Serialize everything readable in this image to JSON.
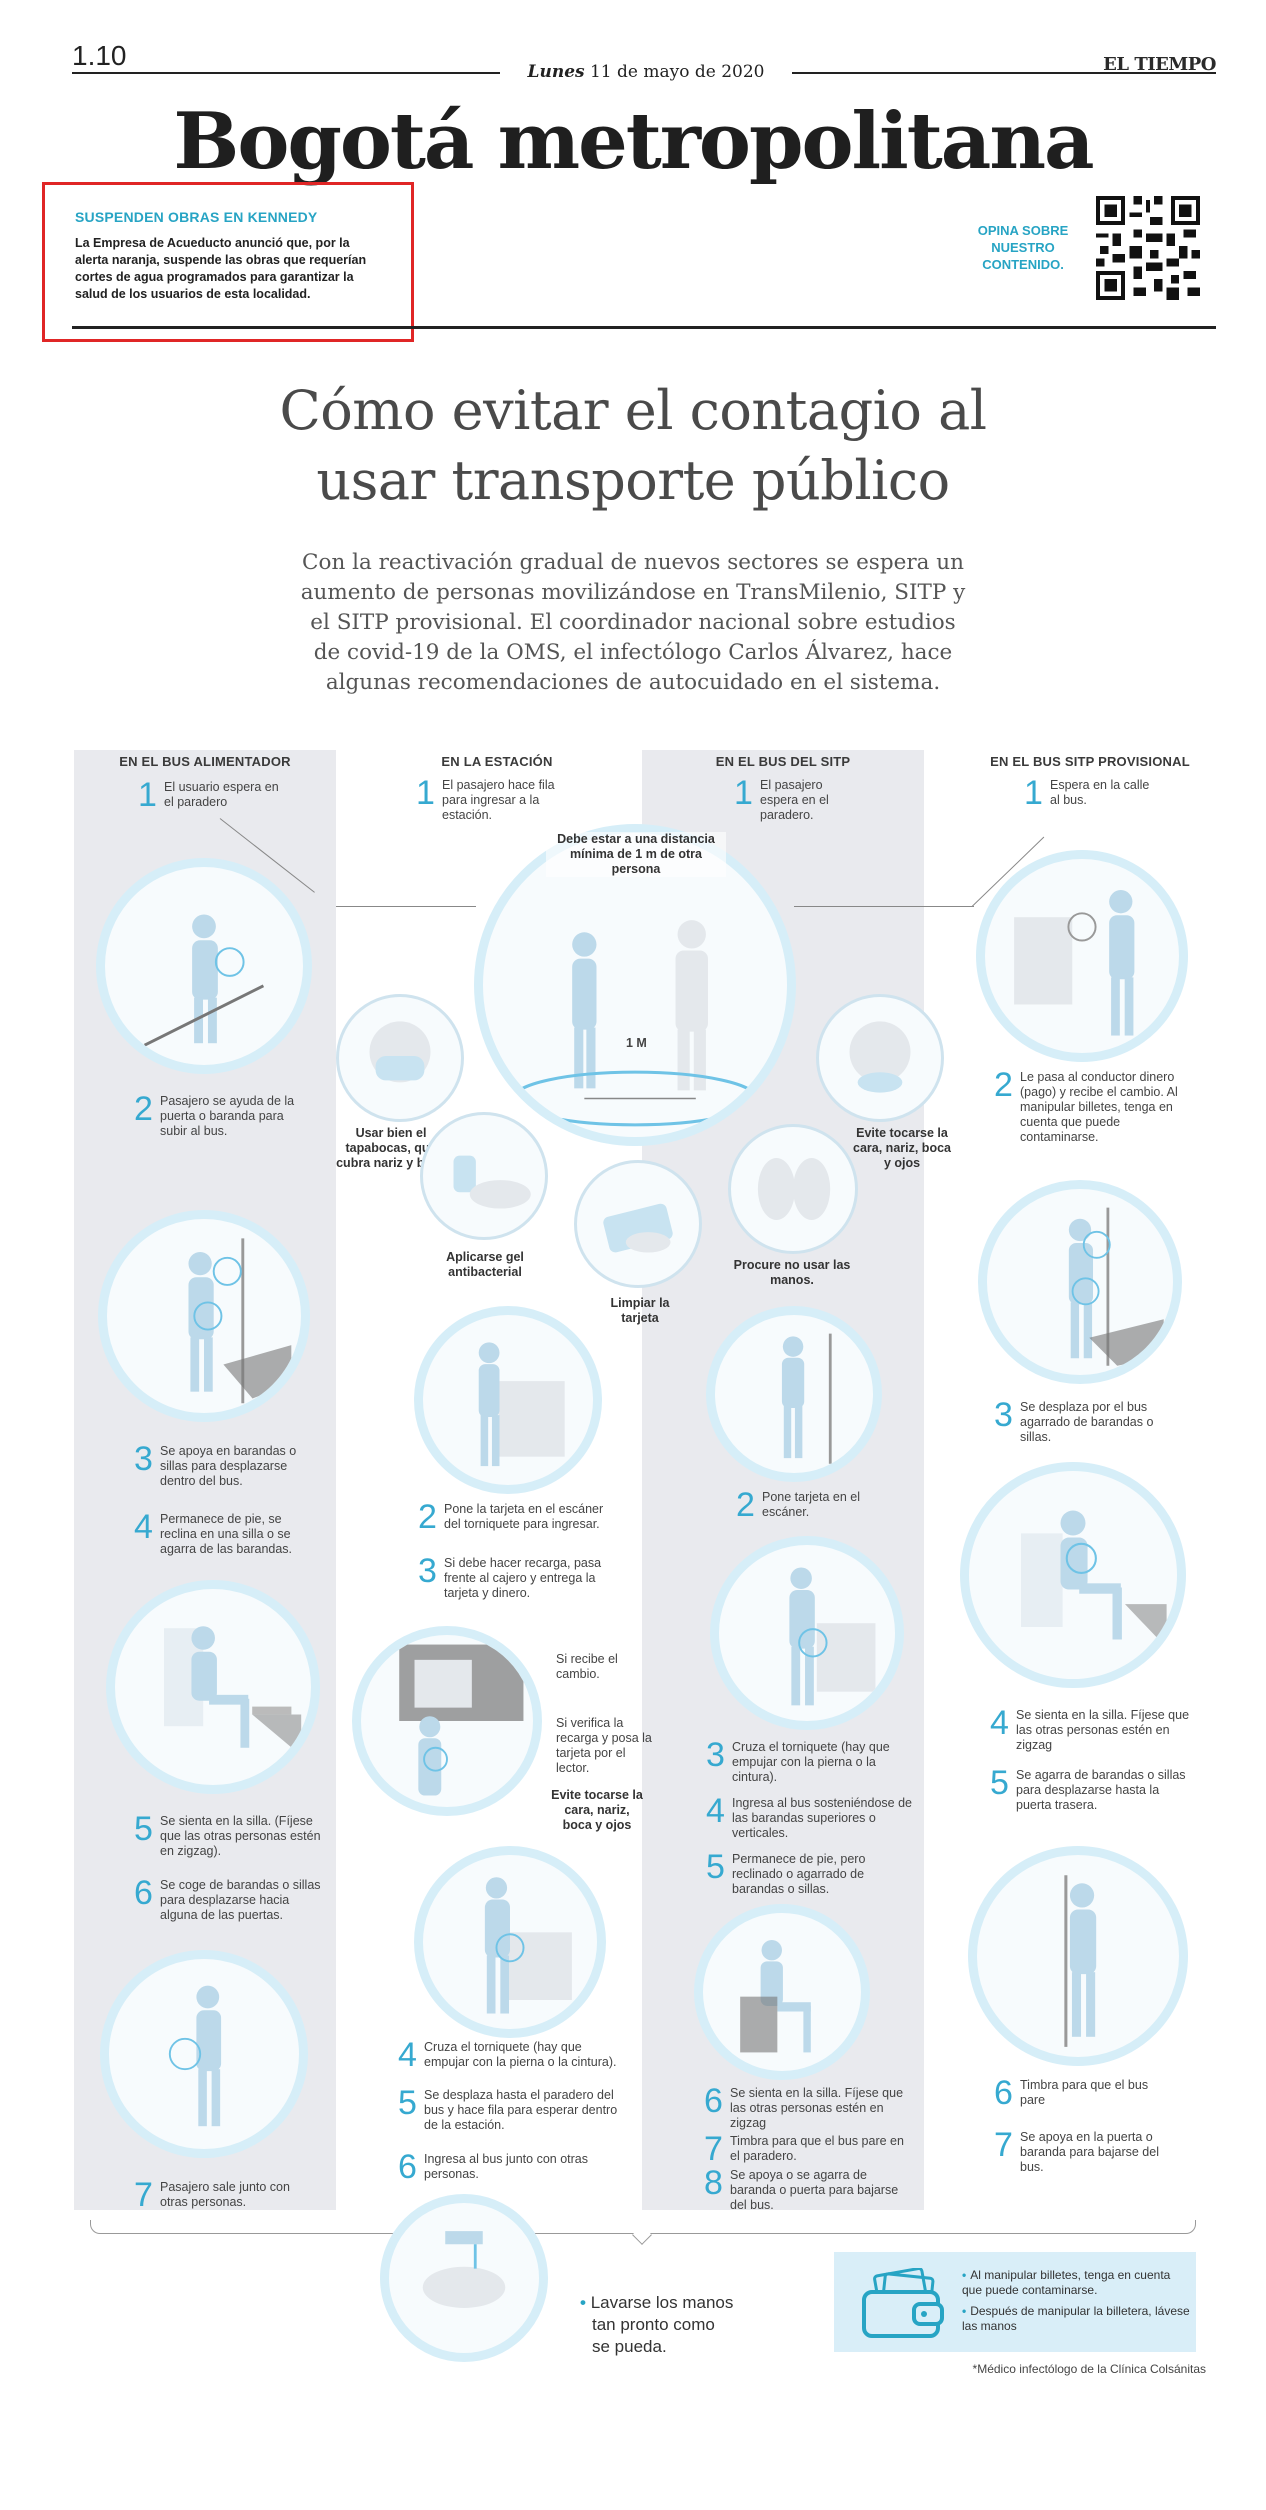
{
  "masthead": {
    "page_number": "1.10",
    "date_day": "Lunes",
    "date_rest": " 11 de mayo de 2020",
    "brand": "EL TIEMPO",
    "section_title": "Bogotá metropolitana"
  },
  "news": {
    "headline": "SUSPENDEN OBRAS EN KENNEDY",
    "body": "La Empresa de Acueducto anunció que, por la alerta naranja, suspende las obras que requerían cortes de agua programados para garantizar la salud de los usuarios de esta localidad."
  },
  "opina": {
    "line1": "OPINA SOBRE",
    "line2": "NUESTRO",
    "line3": "CONTENIDO."
  },
  "article": {
    "headline_line1": "Cómo evitar el contagio al",
    "headline_line2": "usar transporte público",
    "lead": "Con la reactivación gradual de nuevos sectores se espera un aumento de personas movilizándose en TransMilenio, SITP y el SITP provisional. El coordinador nacional sobre estudios de covid-19 de la OMS, el infectólogo Carlos Álvarez, hace algunas recomendaciones de autocuidado en el sistema."
  },
  "infographic": {
    "columns": [
      {
        "heading": "EN EL BUS ALIMENTADOR"
      },
      {
        "heading": "EN LA ESTACIÓN"
      },
      {
        "heading": "EN EL BUS DEL SITP"
      },
      {
        "heading": "EN EL BUS SITP PROVISIONAL"
      }
    ],
    "alimentador": [
      {
        "num": "1",
        "text": "El usuario espera en el paradero"
      },
      {
        "num": "2",
        "text": "Pasajero se ayuda de la puerta o baranda para subir al bus."
      },
      {
        "num": "3",
        "text": "Se apoya en barandas o sillas para desplazarse dentro del bus."
      },
      {
        "num": "4",
        "text": "Permanece de pie, se reclina en una silla o se agarra de las barandas."
      },
      {
        "num": "5",
        "text": "Se sienta en la silla. (Fíjese que las otras personas estén en zigzag)."
      },
      {
        "num": "6",
        "text": "Se coge de barandas o sillas para desplazarse hacia alguna de las puertas."
      },
      {
        "num": "7",
        "text": "Pasajero sale junto con otras personas."
      }
    ],
    "estacion": [
      {
        "num": "1",
        "text": "El pasajero hace fila para ingresar a la estación."
      },
      {
        "num": "2",
        "text": "Pone la tarjeta en el escáner del torniquete para ingresar."
      },
      {
        "num": "3",
        "text": "Si debe hacer recarga, pasa frente al cajero y entrega la tarjeta y dinero."
      },
      {
        "num": "4",
        "text": "Cruza el torniquete (hay que empujar con la pierna o la cintura)."
      },
      {
        "num": "5",
        "text": "Se desplaza hasta el paradero del bus y hace fila para esperar dentro de la estación."
      },
      {
        "num": "6",
        "text": "Ingresa al bus junto con otras personas."
      }
    ],
    "estacion_notes": {
      "cambio": "Si recibe el cambio.",
      "recarga": "Si verifica la recarga y posa la tarjeta por el lector.",
      "evite": "Evite tocarse la cara, nariz, boca y ojos"
    },
    "sitp": [
      {
        "num": "1",
        "text": "El pasajero espera en el paradero."
      },
      {
        "num": "2",
        "text": "Pone tarjeta en el escáner."
      },
      {
        "num": "3",
        "text": "Cruza el torniquete (hay que empujar con la pierna o la cintura)."
      },
      {
        "num": "4",
        "text": "Ingresa al bus sosteniéndose de las barandas superiores o verticales."
      },
      {
        "num": "5",
        "text": "Permanece de pie, pero reclinado o agarrado de barandas o sillas."
      },
      {
        "num": "6",
        "text": "Se sienta en la silla. Fíjese que las otras personas estén en zigzag"
      },
      {
        "num": "7",
        "text": "Timbra para que el bus pare en el paradero."
      },
      {
        "num": "8",
        "text": "Se apoya o se agarra de baranda o puerta para bajarse del bus."
      }
    ],
    "provisional": [
      {
        "num": "1",
        "text": "Espera en la calle al bus."
      },
      {
        "num": "2",
        "text": "Le pasa al conductor dinero (pago) y recibe el cambio. Al manipular billetes, tenga en cuenta que puede contaminarse."
      },
      {
        "num": "3",
        "text": "Se desplaza por el bus agarrado de barandas o sillas."
      },
      {
        "num": "4",
        "text": "Se sienta en la silla. Fíjese que las otras personas estén en zigzag"
      },
      {
        "num": "5",
        "text": "Se agarra de barandas o sillas para desplazarse hasta la puerta trasera."
      },
      {
        "num": "6",
        "text": "Timbra para que el bus pare"
      },
      {
        "num": "7",
        "text": "Se apoya en la puerta o baranda para bajarse del bus."
      }
    ],
    "center": {
      "distance": "Debe estar a una distancia mínima de 1 m de otra persona",
      "meter": "1 M",
      "tapabocas": "Usar bien el tapabocas, que cubra nariz y boca",
      "gel": "Aplicarse gel antibacterial",
      "tarjeta": "Limpiar la tarjeta",
      "manos": "Procure no usar las manos.",
      "cara": "Evite tocarse la cara, nariz, boca y ojos"
    },
    "wash": {
      "line1": "Lavarse los manos",
      "line2": "tan pronto como",
      "line3": "se pueda."
    },
    "wallet": {
      "note1": "Al manipular billetes, tenga en cuenta que puede contaminarse.",
      "note2": "Después de manipular la billetera, lávese las manos"
    },
    "footnote": "*Médico infectólogo de la Clínica Colsánitas"
  },
  "colors": {
    "accent": "#27a4c4",
    "highlight_box": "#e02626",
    "band": "#e9eaee",
    "bubble_ring": "#d6eef8"
  }
}
